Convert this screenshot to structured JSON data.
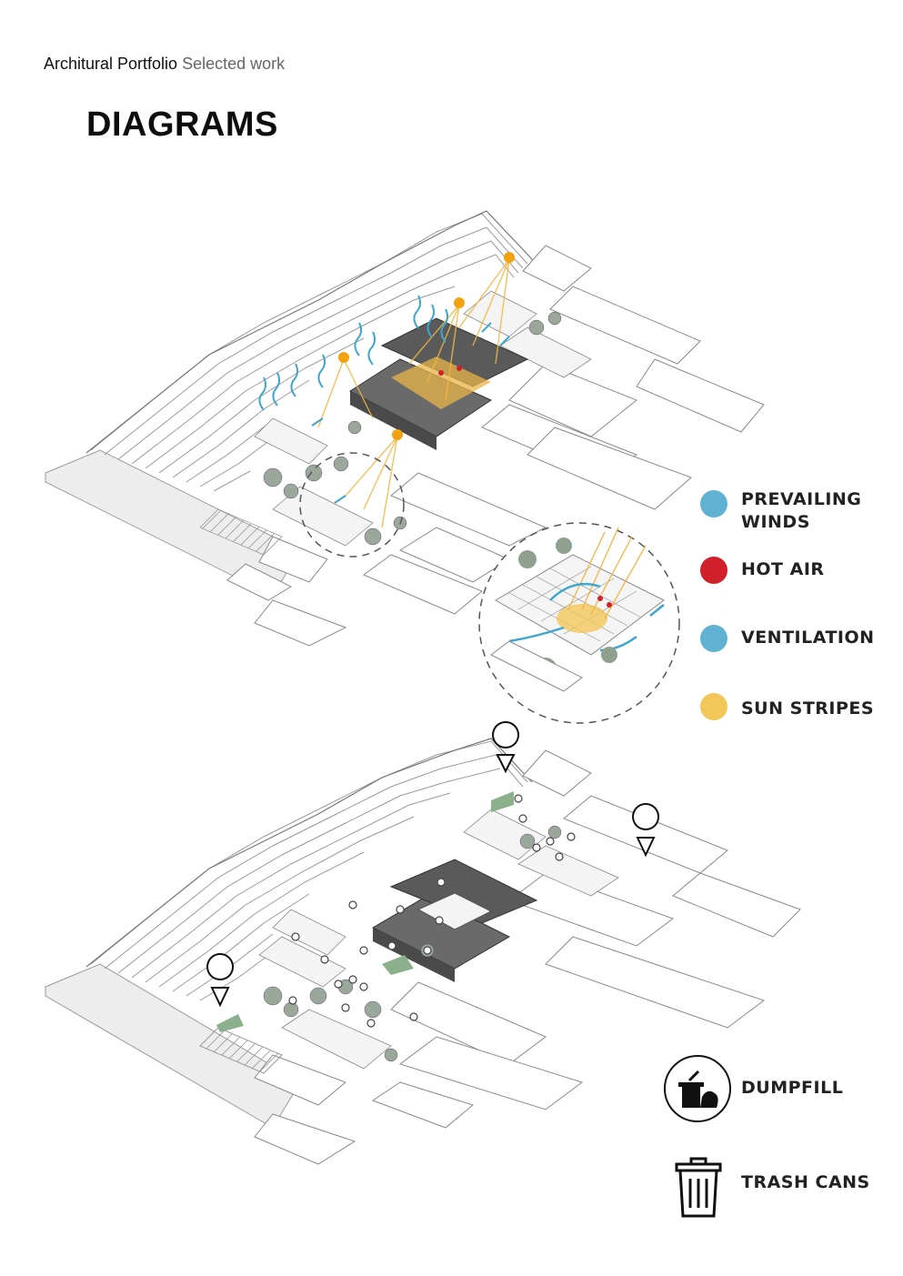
{
  "header": {
    "portfolio": "Architural Portfolio",
    "section": "Selected work"
  },
  "title": "DIAGRAMS",
  "legend_top": [
    {
      "label_line1": "PREVAILING",
      "label_line2": "WINDS",
      "color": "#5fb2d2"
    },
    {
      "label_line1": "HOT AIR",
      "label_line2": "",
      "color": "#d0202a"
    },
    {
      "label_line1": "VENTILATION",
      "label_line2": "",
      "color": "#5fb2d2"
    },
    {
      "label_line1": "SUN STRIPES",
      "label_line2": "",
      "color": "#f2c75a"
    }
  ],
  "legend_bottom": [
    {
      "label": "DUMPFILL",
      "icon": "dumpfill-icon"
    },
    {
      "label": "TRASH CANS",
      "icon": "trash-can-icon"
    }
  ]
}
